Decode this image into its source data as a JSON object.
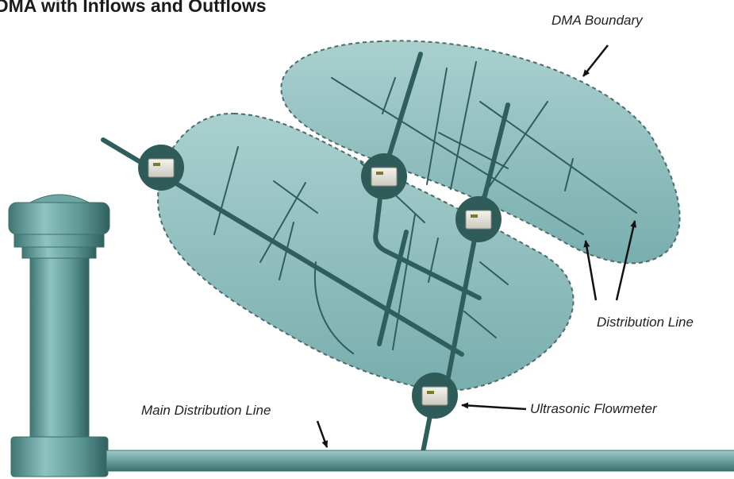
{
  "title": "DMA with Inflows and Outflows",
  "labels": {
    "dma_boundary": "DMA Boundary",
    "distribution_line": "Distribution Line",
    "ultrasonic_flowmeter": "Ultrasonic Flowmeter",
    "main_distribution_line": "Main Distribution Line"
  },
  "colors": {
    "zone_fill": "#8fc0bf",
    "zone_border": "#4d6b6b",
    "pipe": "#2f5f5d",
    "tower": "#5d9895",
    "meter_ring": "#2f5b58",
    "meter_screen": "#7b7a2c",
    "text": "#222222"
  }
}
